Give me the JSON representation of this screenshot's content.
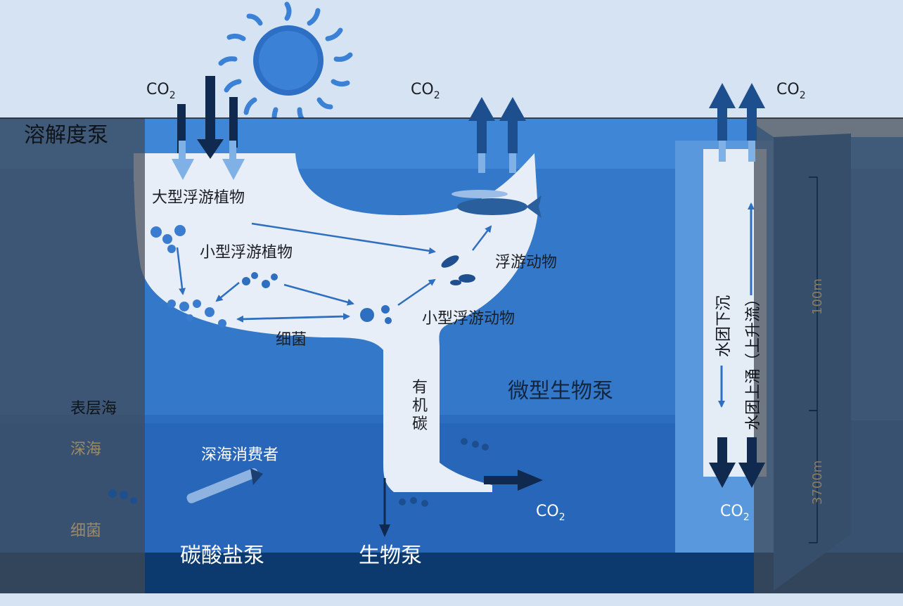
{
  "labels": {
    "co2_a": "CO",
    "co2_b": "CO",
    "co2_c": "CO",
    "co2_d": "CO",
    "co2_e": "CO",
    "sub2": "2",
    "solubility_pump": "溶解度泵",
    "large_phytoplankton": "大型浮游植物",
    "small_phytoplankton": "小型浮游植物",
    "zooplankton": "浮游动物",
    "small_zooplankton": "小型浮游动物",
    "bacteria": "细菌",
    "organic_carbon": [
      "有",
      "机",
      "碳"
    ],
    "microbial_pump": "微型生物泵",
    "surface_ocean": "表层海",
    "deep_ocean": "深海",
    "deep_bacteria": "细菌",
    "deep_consumers": "深海消费者",
    "carbonate_pump": "碳酸盐泵",
    "biological_pump": "生物泵",
    "downwelling": "水团下沉",
    "upwelling": "水团上涌（上升流）",
    "depth_100": "100m",
    "depth_3700": "3700m"
  },
  "colors": {
    "sky": "#d6e3f2",
    "sea_surface": "#3f86d6",
    "sea_mid": "#2f73c4",
    "sea_deep": "#1f5eb0",
    "seafloor": "#0d3a6e",
    "channel": "#e8eef7",
    "arrow_dark": "#102a4f",
    "arrow_light": "#7fb0e6",
    "overlay": "#4a5665"
  }
}
